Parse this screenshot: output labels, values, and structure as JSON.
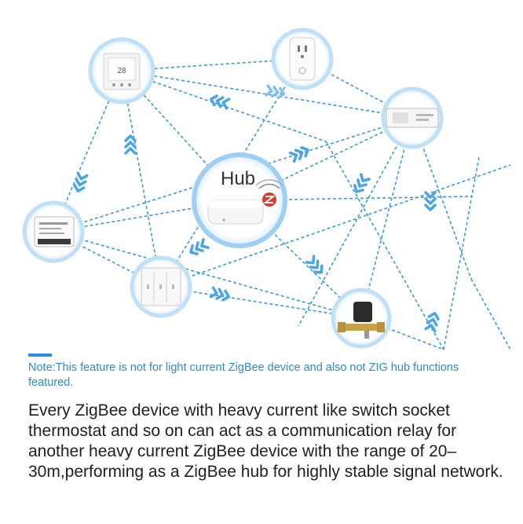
{
  "diagram": {
    "hub_label": "Hub",
    "line_color": "#3b9ad9",
    "arrow_color": "#49a6e6",
    "node_ring_color": "#bfe0f7",
    "hub_ring_color": "#9fd0f3",
    "devices": [
      {
        "id": "thermostat",
        "icon": "thermostat-icon"
      },
      {
        "id": "socket",
        "icon": "wall-socket-icon"
      },
      {
        "id": "relay",
        "icon": "relay-module-icon"
      },
      {
        "id": "hub",
        "icon": "zigbee-hub-icon"
      },
      {
        "id": "switch-module",
        "icon": "switch-module-icon"
      },
      {
        "id": "wall-switch",
        "icon": "wall-switch-icon"
      },
      {
        "id": "valve",
        "icon": "valve-controller-icon"
      }
    ]
  },
  "note": "Note:This feature is not for light current ZigBee device and also not ZIG hub functions featured.",
  "description": "Every ZigBee device with heavy current like switch socket thermostat and so on can act as a communication relay for another heavy current ZigBee device with the range of 20–30m,performing as a ZigBee hub for highly stable signal network."
}
